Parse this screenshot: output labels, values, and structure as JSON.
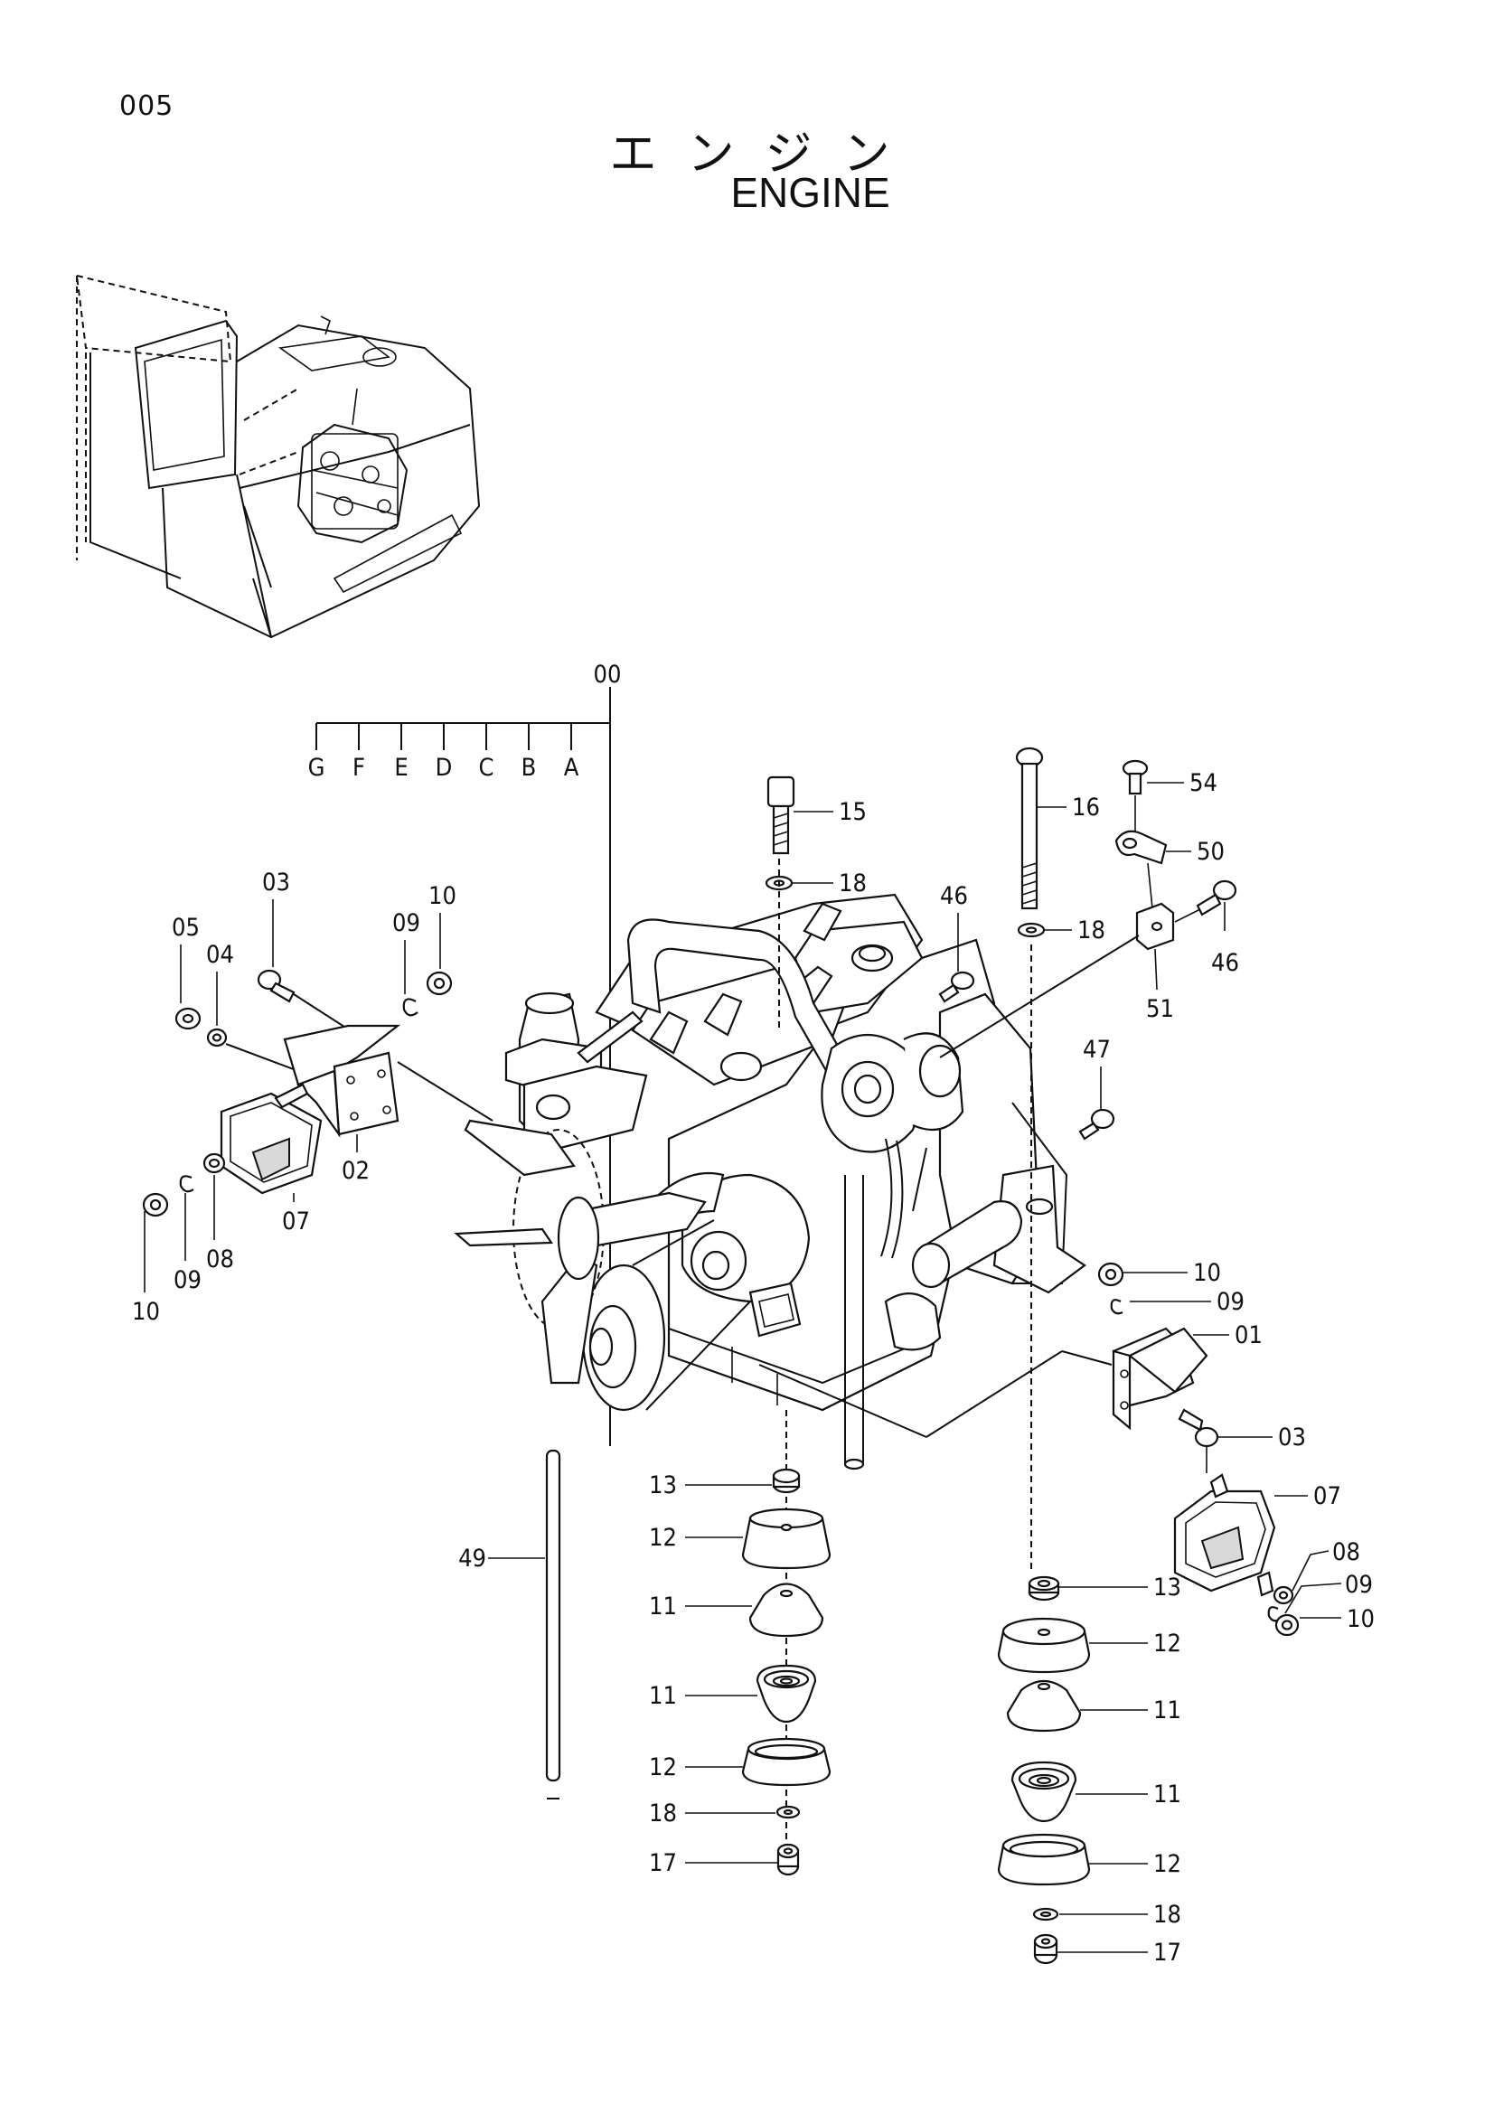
{
  "page": {
    "page_number": "005",
    "title_jp": "エンジン",
    "title_en": "ENGINE"
  },
  "variant_codes": [
    "G",
    "F",
    "E",
    "D",
    "C",
    "B",
    "A"
  ],
  "callouts": {
    "c00": "00",
    "c54": "54",
    "c50": "50",
    "c51": "51",
    "c46a": "46",
    "c46b": "46",
    "c15": "15",
    "c16": "16",
    "c18a": "18",
    "c18b": "18",
    "c47": "47",
    "c05": "05",
    "c04": "04",
    "c03a": "03",
    "c09a": "09",
    "c10a": "10",
    "c02": "02",
    "c07a": "07",
    "c08a": "08",
    "c09b": "09",
    "c10b": "10",
    "c10c": "10",
    "c09c": "09",
    "c01": "01",
    "c03b": "03",
    "c07b": "07",
    "c08b": "08",
    "c09d": "09",
    "c10d": "10",
    "c13a": "13",
    "c12a": "12",
    "c11a": "11",
    "c11b": "11",
    "c12b": "12",
    "c18c": "18",
    "c17a": "17",
    "c13b": "13",
    "c12c": "12",
    "c11c": "11",
    "c11d": "11",
    "c12d": "12",
    "c18d": "18",
    "c17b": "17",
    "c49": "49"
  }
}
